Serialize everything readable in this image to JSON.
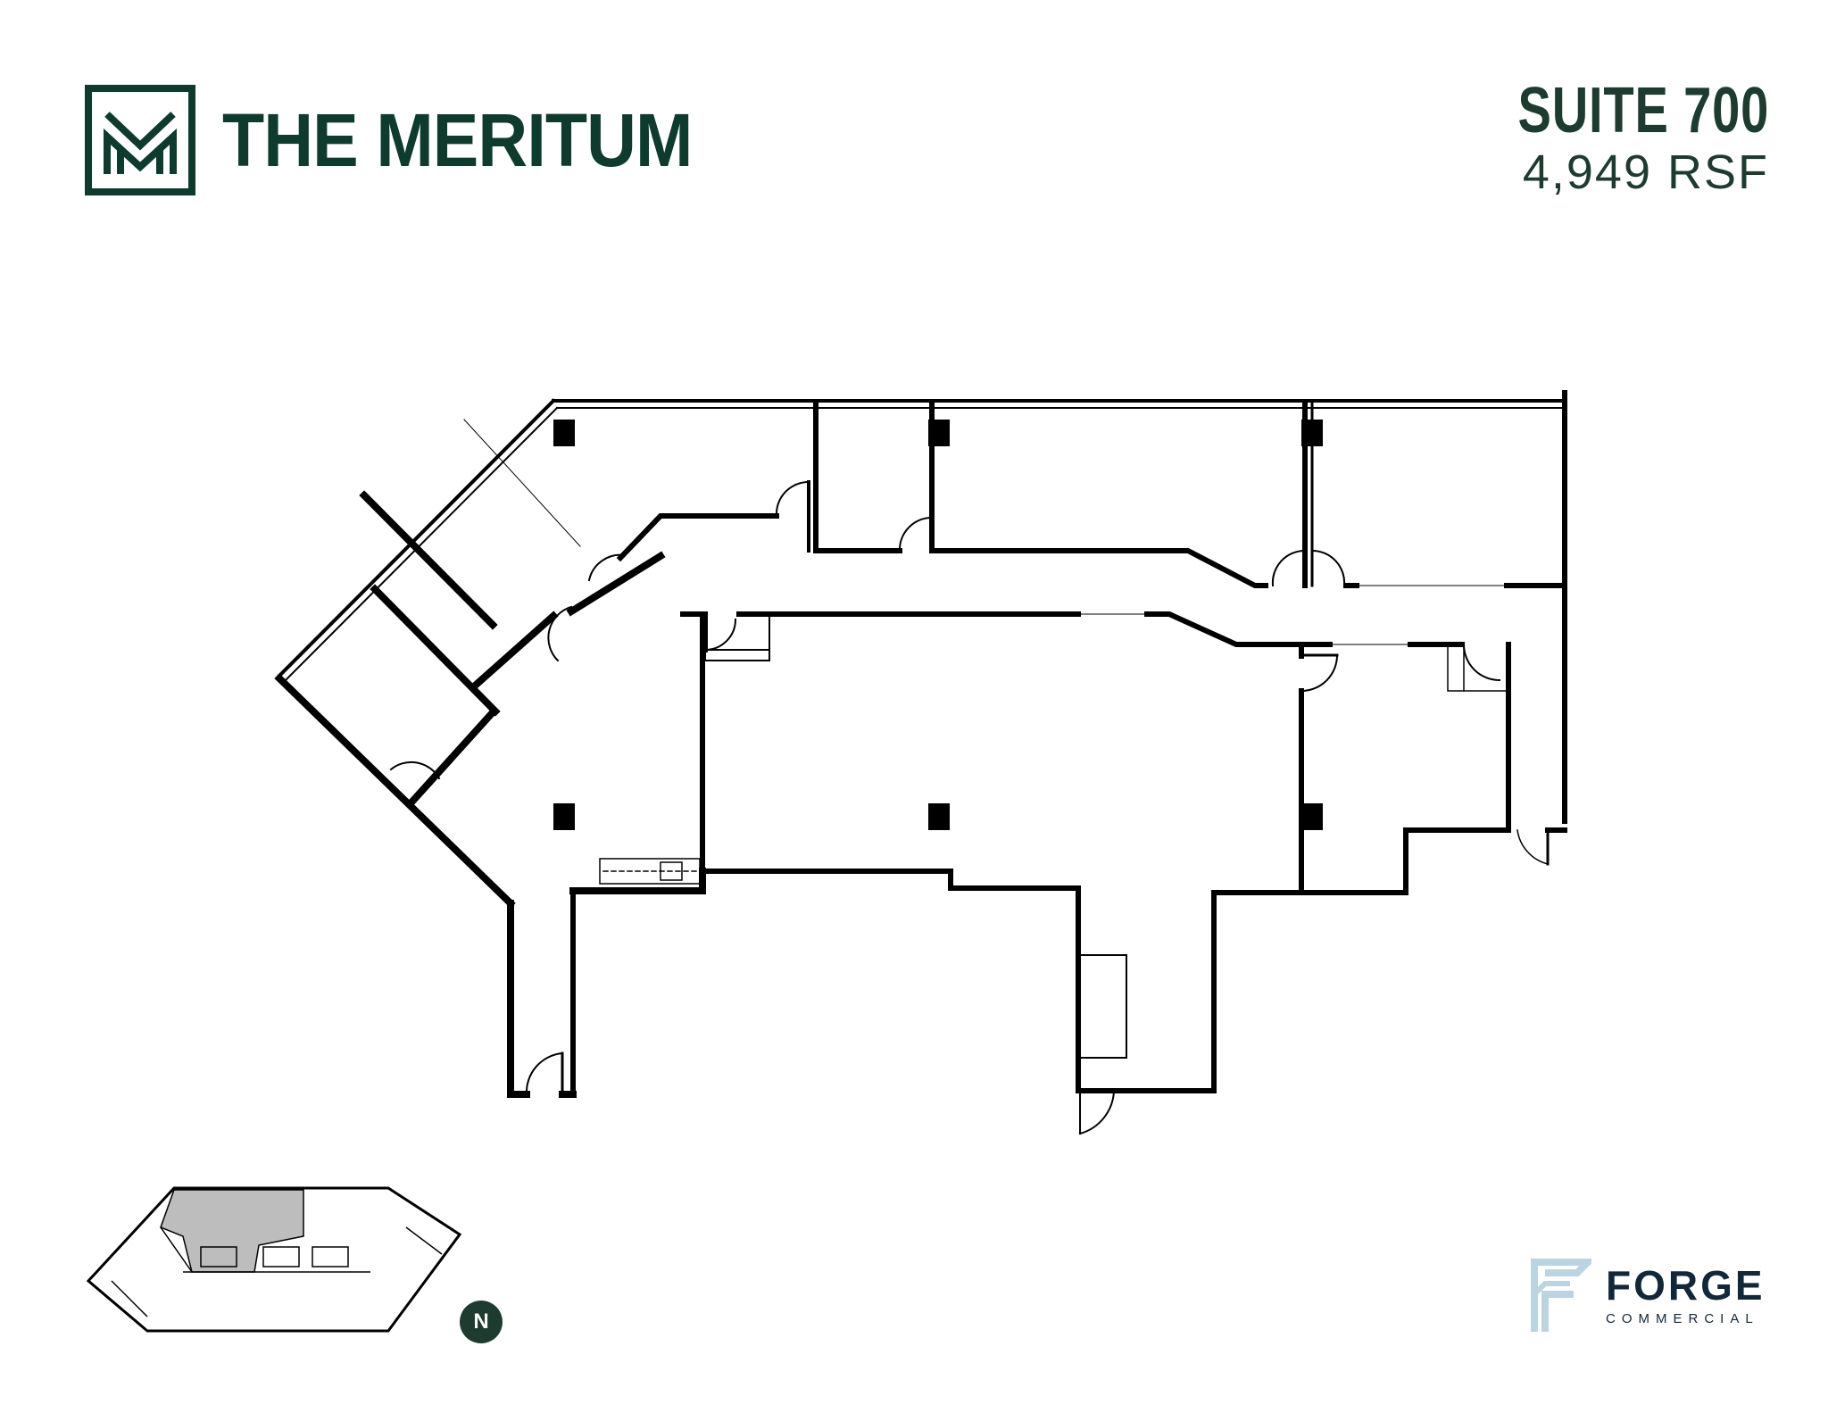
{
  "header": {
    "brand_name": "THE MERITUM",
    "brand_color": "#0e3b2e",
    "suite_title": "SUITE 700",
    "suite_area": "4,949 RSF"
  },
  "floor_plan": {
    "description": "Suite 700 floor plan layout with offices, corridor, open area",
    "wall_color": "#000000"
  },
  "key_plan": {
    "highlight_color": "#bdbdbd",
    "north_label": "N",
    "north_color": "#1e3b30"
  },
  "footer": {
    "broker_name": "FORGE",
    "broker_sub": "COMMERCIAL",
    "broker_color": "#13273b",
    "broker_mark_color": "#bcd3e1"
  }
}
